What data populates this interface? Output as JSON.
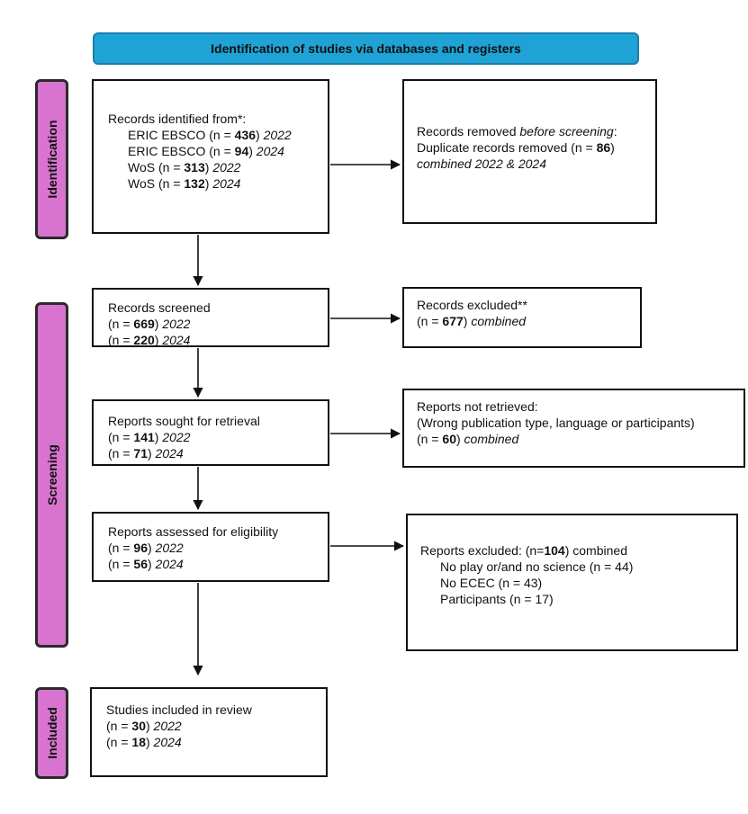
{
  "header": {
    "title": "Identification of studies via databases and registers"
  },
  "phases": {
    "identification": "Identification",
    "screening": "Screening",
    "included": "Included"
  },
  "identified": {
    "title": "Records identified from*:",
    "rows": [
      {
        "label": "ERIC EBSCO (n = ",
        "n": "436",
        "close": ")",
        "year": "2022"
      },
      {
        "label": "ERIC EBSCO (n = ",
        "n": "94",
        "close": ")",
        "year": "2024"
      },
      {
        "label": "WoS (n = ",
        "n": "313",
        "close": ")",
        "year": "2022"
      },
      {
        "label": "WoS (n = ",
        "n": "132",
        "close": ")",
        "year": "2024"
      }
    ]
  },
  "removed": {
    "line1_a": "Records removed ",
    "line1_b": "before screening",
    "line1_c": ":",
    "line2_a": "Duplicate records removed (n = ",
    "line2_n": "86",
    "line2_c": ")",
    "line3": "combined 2022 & 2024"
  },
  "screened": {
    "title": "Records screened",
    "rows": [
      {
        "label": "(n = ",
        "n": "669",
        "close": ")",
        "year": "2022"
      },
      {
        "label": "(n = ",
        "n": "220",
        "close": ")",
        "year": "2024"
      }
    ]
  },
  "excluded_records": {
    "title": "Records excluded**",
    "label": "(n = ",
    "n": "677",
    "close": ")",
    "note": "combined"
  },
  "sought": {
    "title": "Reports sought for retrieval",
    "rows": [
      {
        "label": "(n = ",
        "n": "141",
        "close": ")",
        "year": "2022"
      },
      {
        "label": "(n = ",
        "n": "71",
        "close": ")",
        "year": "2024"
      }
    ]
  },
  "not_retrieved": {
    "title": "Reports not retrieved:",
    "reason": "(Wrong publication type, language or participants)",
    "label": "(n = ",
    "n": "60",
    "close": ")",
    "note": "combined"
  },
  "assessed": {
    "title": "Reports assessed for eligibility",
    "rows": [
      {
        "label": "(n = ",
        "n": "96",
        "close": ")",
        "year": "2022"
      },
      {
        "label": "(n = ",
        "n": "56",
        "close": ")",
        "year": "2024"
      }
    ]
  },
  "excluded_reports": {
    "title_a": "Reports excluded: (n=",
    "title_n": "104",
    "title_c": ") combined",
    "reasons": [
      "No play or/and no science (n = 44)",
      "No ECEC (n = 43)",
      "Participants (n = 17)"
    ]
  },
  "included": {
    "title": "Studies included in review",
    "rows": [
      {
        "label": "(n = ",
        "n": "30",
        "close": ")",
        "year": "2022"
      },
      {
        "label": "(n = ",
        "n": "18",
        "close": ")",
        "year": "2024"
      }
    ]
  },
  "colors": {
    "header": "#1fa3d6",
    "phase": "#d874cf",
    "border": "#111111"
  }
}
